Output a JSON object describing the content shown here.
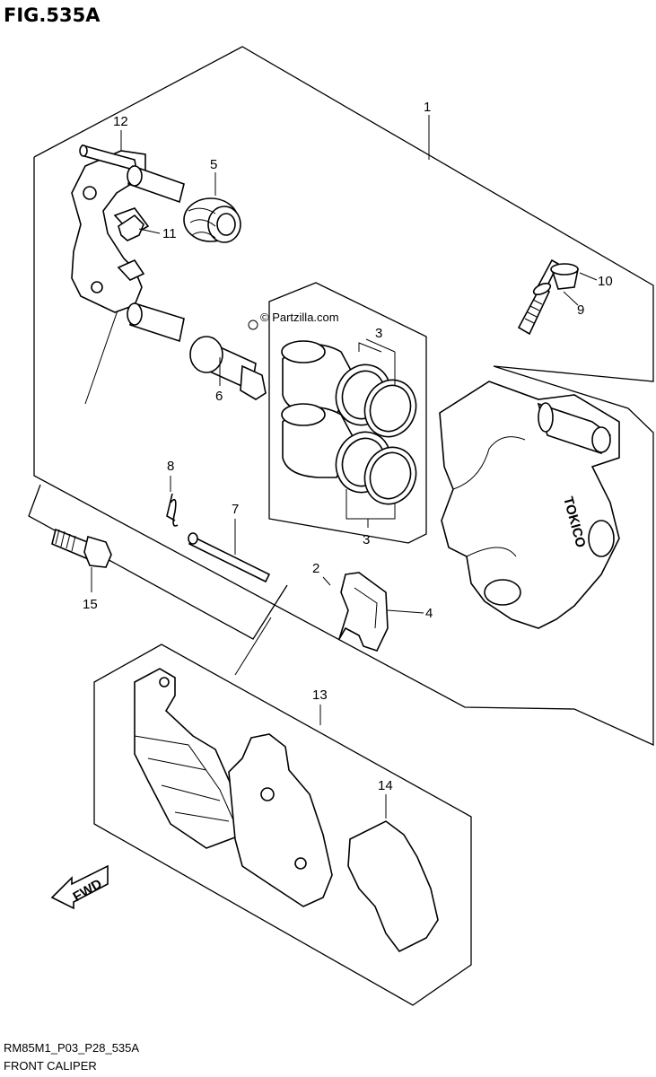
{
  "figure": {
    "title": "FIG.535A",
    "watermark": "© Partzilla.com",
    "model_code": "RM85M1_P03_P28_535A",
    "caption": "FRONT CALIPER",
    "direction_label": "FWD",
    "caliper_brand": "TOKICO"
  },
  "callouts": [
    {
      "id": "1",
      "label": "1"
    },
    {
      "id": "2",
      "label": "2"
    },
    {
      "id": "3a",
      "label": "3"
    },
    {
      "id": "3b",
      "label": "3"
    },
    {
      "id": "4",
      "label": "4"
    },
    {
      "id": "5",
      "label": "5"
    },
    {
      "id": "6",
      "label": "6"
    },
    {
      "id": "7",
      "label": "7"
    },
    {
      "id": "8",
      "label": "8"
    },
    {
      "id": "9",
      "label": "9"
    },
    {
      "id": "10",
      "label": "10"
    },
    {
      "id": "11",
      "label": "11"
    },
    {
      "id": "12",
      "label": "12"
    },
    {
      "id": "13",
      "label": "13"
    },
    {
      "id": "14",
      "label": "14"
    },
    {
      "id": "15",
      "label": "15"
    }
  ]
}
